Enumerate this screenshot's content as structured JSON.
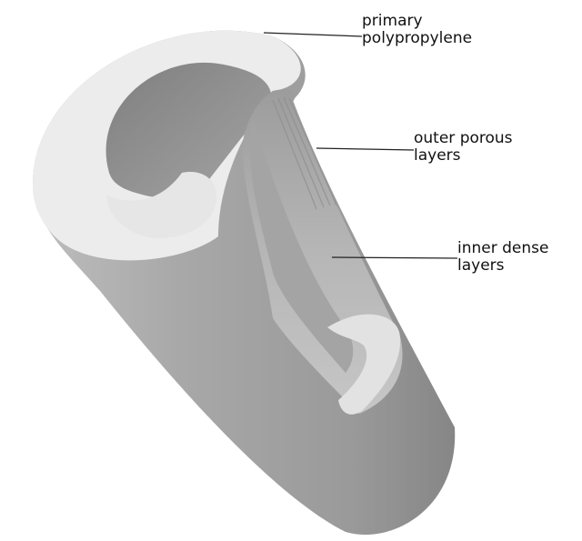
{
  "labels": {
    "primary": {
      "line1": "primary",
      "line2": "polypropylene"
    },
    "outer": {
      "line1": "outer porous",
      "line2": "layers"
    },
    "inner": {
      "line1": "inner dense",
      "line2": "layers"
    }
  },
  "colors": {
    "background": "#ffffff",
    "outer_shell": "#a9a9a9",
    "primary_layer": "#ececec",
    "cut_face": "#b2b2b2",
    "bore": "#8d8d8d",
    "leader": "#222222"
  }
}
